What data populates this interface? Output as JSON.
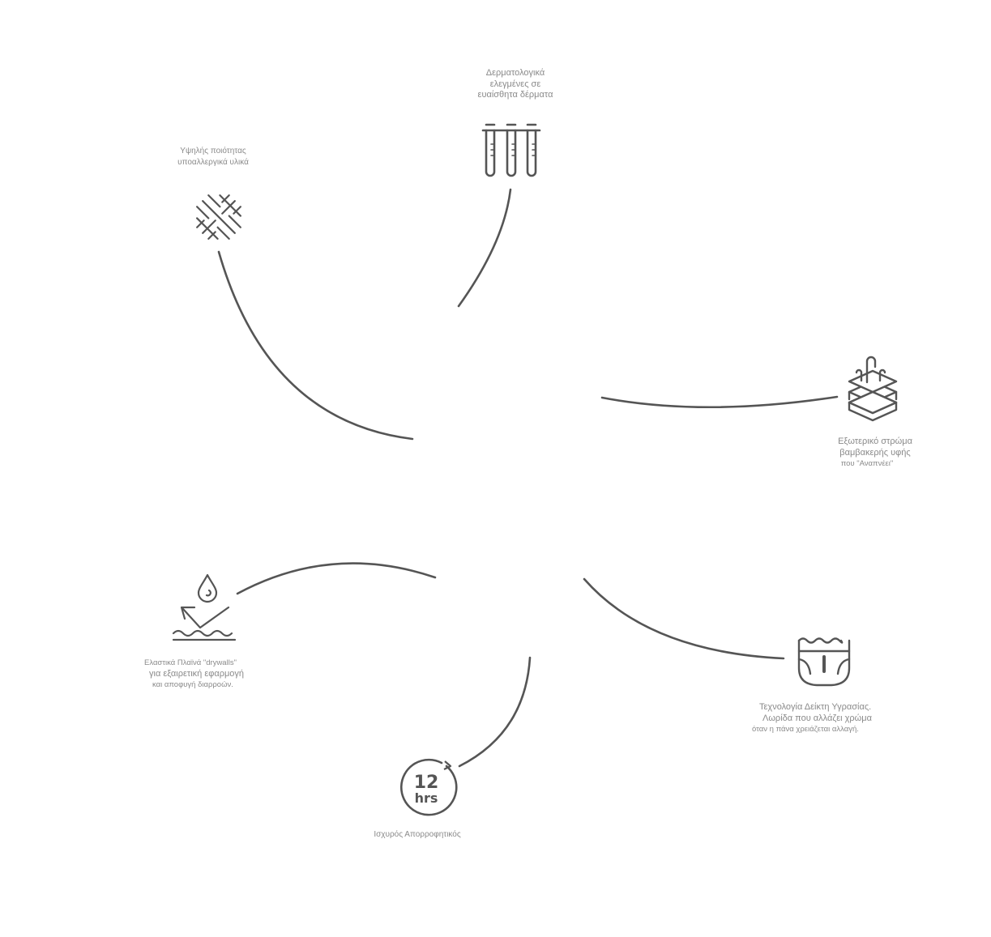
{
  "colors": {
    "stroke": "#555555",
    "text": "#8a8a8a",
    "background": "#ffffff"
  },
  "features": {
    "dermatological": {
      "icon": "test-tubes-icon",
      "lines": [
        "Δερματολογικά",
        "ελεγμένες σε",
        "ευαίσθητα δέρματα"
      ]
    },
    "hypoallergenic": {
      "icon": "woven-fabric-icon",
      "lines": [
        "Υψηλής ποιότητας",
        "υποαλλεργικά υλικά"
      ]
    },
    "breathable": {
      "icon": "breathable-layers-icon",
      "lines": [
        "Εξωτερικό στρώμα",
        "βαμβακερής υφής",
        "που \"Αναπνέει\""
      ]
    },
    "elastic": {
      "icon": "water-drop-check-icon",
      "lines": [
        "Ελαστικά Πλαϊνά \"drywalls\"",
        "για εξαιρετική εφαρμογή",
        "και αποφυγή διαρροών."
      ]
    },
    "absorbent": {
      "icon": "twelve-hours-icon",
      "icon_number": "12",
      "icon_unit": "hrs",
      "lines": [
        "Ισχυρός Απορροφητικός"
      ]
    },
    "wetness": {
      "icon": "diaper-indicator-icon",
      "lines": [
        "Τεχνολογία Δείκτη Υγρασίας.",
        "Λωρίδα που αλλάζει χρώμα",
        "όταν η πάνα χρειάζεται αλλαγή."
      ]
    }
  }
}
